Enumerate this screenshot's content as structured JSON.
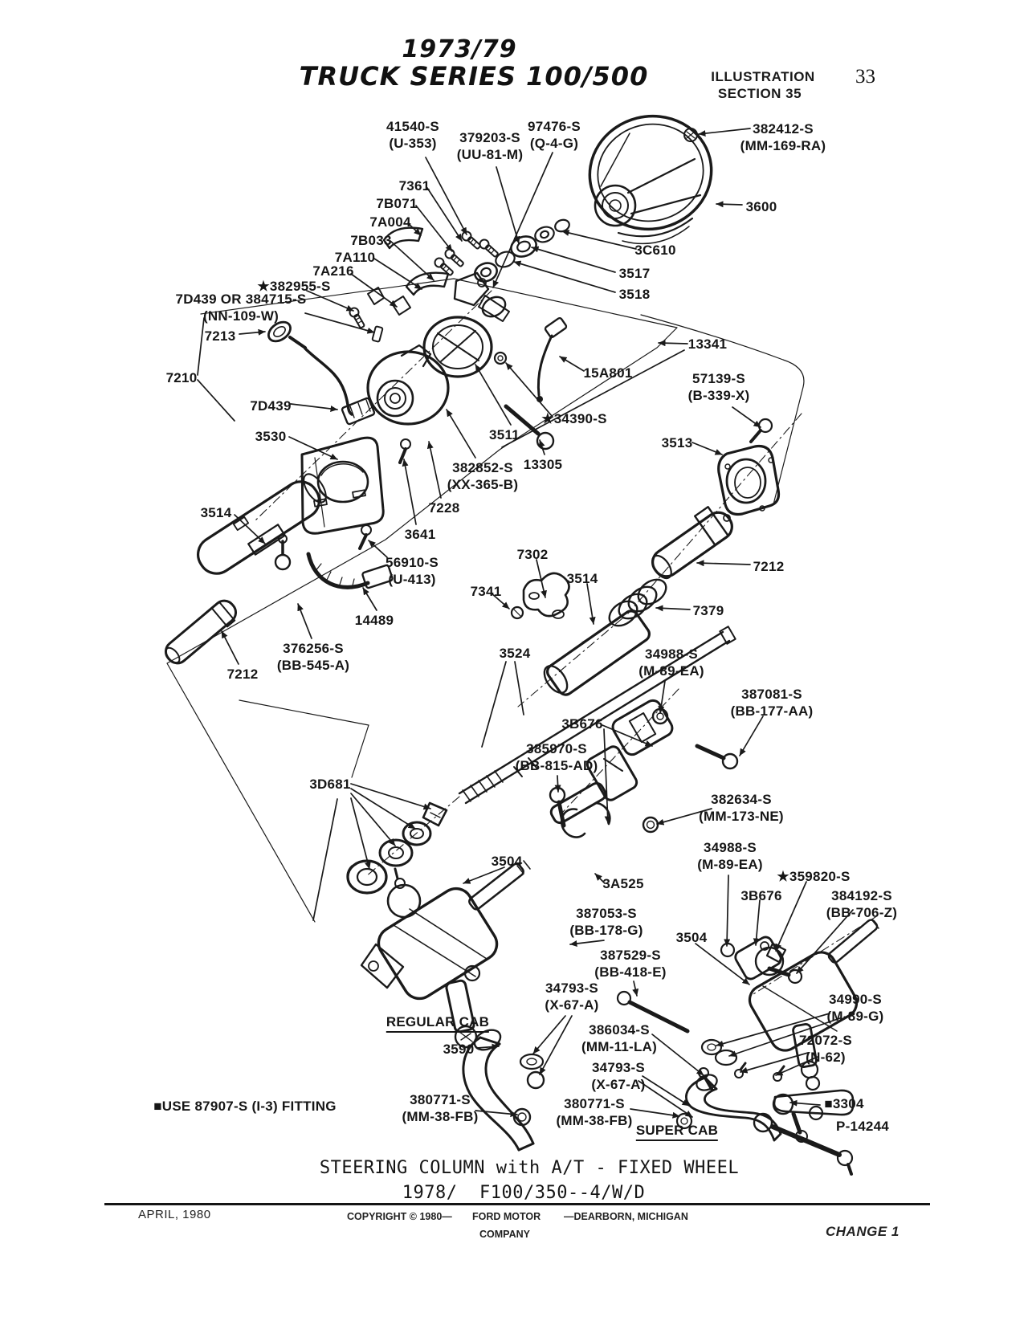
{
  "header": {
    "title_line1": "1973/79",
    "title_line2": "TRUCK SERIES 100/500",
    "section_line1": "ILLUSTRATION",
    "section_line2": "SECTION 35",
    "page_number": "33"
  },
  "caption": {
    "line1": "STEERING COLUMN with A/T - FIXED WHEEL",
    "line2": "1978/  F100/350--4/W/D"
  },
  "footer": {
    "date": "APRIL, 1980",
    "copyright": "COPYRIGHT © 1980—",
    "company_line1": "FORD MOTOR",
    "company_line2": "COMPANY",
    "location": "—DEARBORN, MICHIGAN",
    "change_note": "CHANGE 1"
  },
  "diagram": {
    "description": "Exploded parts view of steering column with automatic transmission, fixed wheel",
    "note_marker": "■",
    "star_marker": "★",
    "labels": [
      {
        "text": "97476-S",
        "sub": "(Q-4-G)"
      },
      {
        "text": "41540-S",
        "sub": "(U-353)"
      },
      {
        "text": "379203-S",
        "sub": "(UU-81-M)"
      },
      {
        "text": "382412-S",
        "sub": "(MM-169-RA)"
      },
      {
        "text": "3600",
        "sub": ""
      },
      {
        "text": "7361",
        "sub": ""
      },
      {
        "text": "7B071",
        "sub": ""
      },
      {
        "text": "7A004",
        "sub": ""
      },
      {
        "text": "7B033",
        "sub": ""
      },
      {
        "text": "7A110",
        "sub": ""
      },
      {
        "text": "7A216",
        "sub": ""
      },
      {
        "text": "★382955-S",
        "sub": ""
      },
      {
        "text": "7D439 OR 384715-S",
        "sub": "(NN-109-W)"
      },
      {
        "text": "7213",
        "sub": ""
      },
      {
        "text": "7210",
        "sub": ""
      },
      {
        "text": "7D439",
        "sub": ""
      },
      {
        "text": "3530",
        "sub": ""
      },
      {
        "text": "3C610",
        "sub": ""
      },
      {
        "text": "3517",
        "sub": ""
      },
      {
        "text": "3518",
        "sub": ""
      },
      {
        "text": "3511",
        "sub": ""
      },
      {
        "text": "13341",
        "sub": ""
      },
      {
        "text": "15A801",
        "sub": ""
      },
      {
        "text": "★34390-S",
        "sub": ""
      },
      {
        "text": "57139-S",
        "sub": "(B-339-X)"
      },
      {
        "text": "3513",
        "sub": ""
      },
      {
        "text": "13305",
        "sub": ""
      },
      {
        "text": "382852-S",
        "sub": "(XX-365-B)"
      },
      {
        "text": "7228",
        "sub": ""
      },
      {
        "text": "3641",
        "sub": ""
      },
      {
        "text": "3514",
        "sub": ""
      },
      {
        "text": "56910-S",
        "sub": "(U-413)"
      },
      {
        "text": "14489",
        "sub": ""
      },
      {
        "text": "376256-S",
        "sub": "(BB-545-A)"
      },
      {
        "text": "7212",
        "sub": ""
      },
      {
        "text": "7302",
        "sub": ""
      },
      {
        "text": "7341",
        "sub": ""
      },
      {
        "text": "3514",
        "sub": ""
      },
      {
        "text": "7212",
        "sub": ""
      },
      {
        "text": "7379",
        "sub": ""
      },
      {
        "text": "3524",
        "sub": ""
      },
      {
        "text": "34988-S",
        "sub": "(M-89-EA)"
      },
      {
        "text": "387081-S",
        "sub": "(BB-177-AA)"
      },
      {
        "text": "3B676",
        "sub": ""
      },
      {
        "text": "385970-S",
        "sub": "(BB-815-AD)"
      },
      {
        "text": "382634-S",
        "sub": "(MM-173-NE)"
      },
      {
        "text": "3D681",
        "sub": ""
      },
      {
        "text": "34988-S",
        "sub": "(M-89-EA)"
      },
      {
        "text": "★359820-S",
        "sub": ""
      },
      {
        "text": "3B676",
        "sub": ""
      },
      {
        "text": "384192-S",
        "sub": "(BB-706-Z)"
      },
      {
        "text": "3504",
        "sub": ""
      },
      {
        "text": "3A525",
        "sub": ""
      },
      {
        "text": "387053-S",
        "sub": "(BB-178-G)"
      },
      {
        "text": "3504",
        "sub": ""
      },
      {
        "text": "387529-S",
        "sub": "(BB-418-E)"
      },
      {
        "text": "34793-S",
        "sub": "(X-67-A)"
      },
      {
        "text": "REGULAR CAB",
        "sub": ""
      },
      {
        "text": "3590",
        "sub": ""
      },
      {
        "text": "386034-S",
        "sub": "(MM-11-LA)"
      },
      {
        "text": "34793-S",
        "sub": "(X-67-A)"
      },
      {
        "text": "380771-S",
        "sub": "(MM-38-FB)"
      },
      {
        "text": "380771-S",
        "sub": "(MM-38-FB)"
      },
      {
        "text": "SUPER CAB",
        "sub": ""
      },
      {
        "text": "34990-S",
        "sub": "(M-89-G)"
      },
      {
        "text": "72072-S",
        "sub": "(N-62)"
      },
      {
        "text": "■3304",
        "sub": ""
      },
      {
        "text": "P-14244",
        "sub": ""
      },
      {
        "text": "■USE 87907-S (I-3) FITTING",
        "sub": ""
      }
    ]
  }
}
